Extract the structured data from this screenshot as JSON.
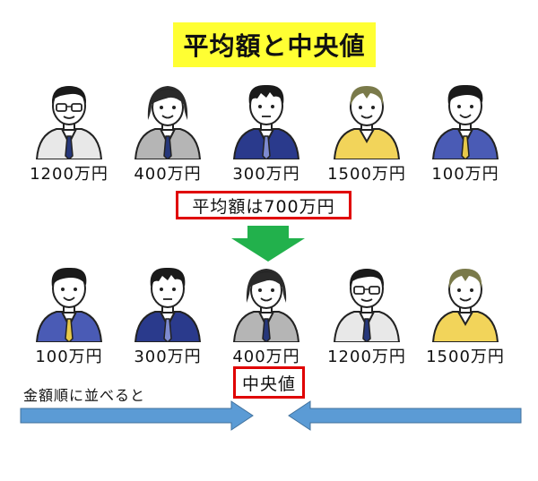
{
  "title": "平均額と中央値",
  "top_row": [
    {
      "amount": "1200万円",
      "person": "glasses-man"
    },
    {
      "amount": "400万円",
      "person": "woman-gray"
    },
    {
      "amount": "300万円",
      "person": "man-navy"
    },
    {
      "amount": "1500万円",
      "person": "woman-yellow"
    },
    {
      "amount": "100万円",
      "person": "man-blue"
    }
  ],
  "average_label": "平均額は700万円",
  "bottom_row": [
    {
      "amount": "100万円",
      "person": "man-blue"
    },
    {
      "amount": "300万円",
      "person": "man-navy"
    },
    {
      "amount": "400万円",
      "person": "woman-gray"
    },
    {
      "amount": "1200万円",
      "person": "glasses-man"
    },
    {
      "amount": "1500万円",
      "person": "woman-yellow"
    }
  ],
  "median_label": "中央値",
  "sort_label": "金額順に並べると",
  "colors": {
    "title_bg": "#ffff33",
    "box_border": "#e00000",
    "down_arrow": "#22b14c",
    "side_arrow": "#5b9bd5"
  }
}
